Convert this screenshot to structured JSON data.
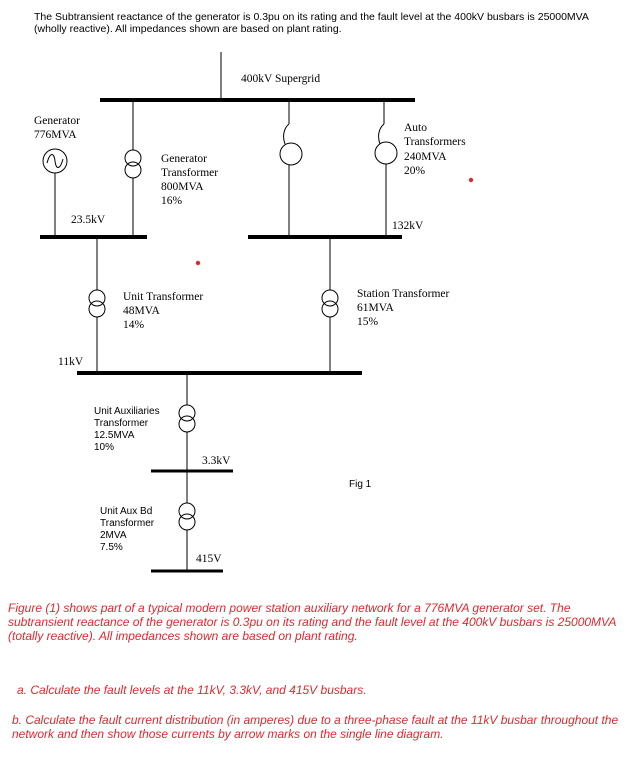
{
  "header": {
    "text": "The Subtransient reactance of the generator is 0.3pu on its rating and the fault level at the 400kV busbars is 25000MVA (wholly reactive).  All impedances shown are based on plant rating."
  },
  "diagram": {
    "supergrid_label": "400kV Supergrid",
    "generator": {
      "title": "Generator",
      "rating": "776MVA"
    },
    "generator_transformer": {
      "title1": "Generator",
      "title2": "Transformer",
      "rating": "800MVA",
      "impedance": "16%"
    },
    "auto_transformers": {
      "title1": "Auto",
      "title2": "Transformers",
      "rating": "240MVA",
      "impedance": "20%"
    },
    "bus_23kv": "23.5kV",
    "bus_132kv": "132kV",
    "unit_transformer": {
      "title": "Unit Transformer",
      "rating": "48MVA",
      "impedance": "14%"
    },
    "station_transformer": {
      "title": "Station Transformer",
      "rating": "61MVA",
      "impedance": "15%"
    },
    "bus_11kv": "11kV",
    "unit_aux_transformer": {
      "title1": "Unit Auxiliaries",
      "title2": "Transformer",
      "rating": "12.5MVA",
      "impedance": "10%"
    },
    "bus_3kv": "3.3kV",
    "fig_label": "Fig 1",
    "unit_aux_bd_transformer": {
      "title1": "Unit Aux Bd",
      "title2": "Transformer",
      "rating": "2MVA",
      "impedance": "7.5%"
    },
    "bus_415v": "415V"
  },
  "questions": {
    "intro": "Figure (1) shows part of a typical modern power station auxiliary network for a 776MVA generator set. The subtransient reactance of the generator is 0.3pu on its rating and the fault level at the 400kV busbars is 25000MVA (totally reactive). All impedances shown are based on plant rating.",
    "part_a": "a. Calculate the fault levels at the 11kV, 3.3kV, and 415V busbars.",
    "part_b": "b. Calculate the fault current distribution (in amperes) due to a three-phase fault at the 11kV busbar throughout the network and then show those currents by arrow marks on the single line diagram."
  },
  "colors": {
    "annotation": "#e0282e",
    "dot": "#e0282e"
  }
}
